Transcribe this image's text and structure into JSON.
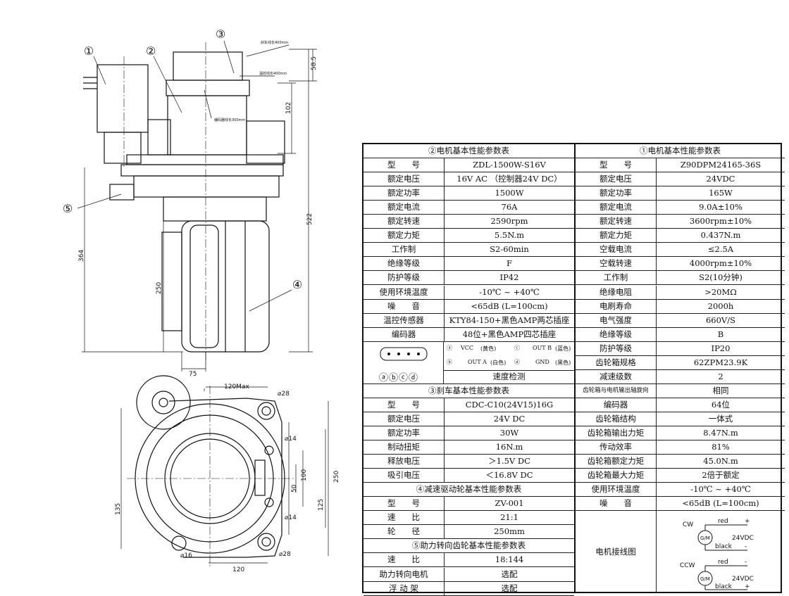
{
  "drawing": {
    "callouts": [
      "①",
      "②",
      "③",
      "④",
      "⑤"
    ],
    "cable_brake": "刹车线长400mm",
    "cable_temp": "温控线长400mm",
    "cable_encoder": "编码器线长300mm",
    "dims": {
      "d585": "58.5",
      "d102": "102",
      "d522": "522",
      "d364": "364",
      "d250": "250",
      "d75": "75",
      "d120max": "120Max",
      "dia28a": "⌀28",
      "dia14a": "⌀14",
      "dia14b": "⌀14",
      "dia16": "⌀16",
      "dia28b": "⌀28",
      "d100": "100",
      "d50": "50",
      "d250b": "250",
      "d135": "135",
      "d125": "125",
      "d120": "120"
    }
  },
  "tables": {
    "t2": {
      "title": "②电机基本性能参数表",
      "rows": [
        [
          "型　　号",
          "ZDL-1500W-S16V"
        ],
        [
          "额定电压",
          "16V AC （控制器24V DC）"
        ],
        [
          "额定功率",
          "1500W"
        ],
        [
          "额定电流",
          "76A"
        ],
        [
          "额定转速",
          "2590rpm"
        ],
        [
          "额定力矩",
          "5.5N.m"
        ],
        [
          "工作制",
          "S2-60min"
        ],
        [
          "绝缘等级",
          "F"
        ],
        [
          "防护等级",
          "IP42"
        ],
        [
          "使用环境温度",
          "-10℃ ~ +40℃"
        ],
        [
          "噪　　音",
          "<65dB  (L=100cm)"
        ],
        [
          "温控传感器",
          "KTY84-150+黑色AMP两芯插座"
        ],
        [
          "编码器",
          "48位+黑色AMP四芯插座"
        ]
      ],
      "encoder_pins": {
        "a": "ⓐ",
        "a_label": "VCC",
        "a_color": "(黄色)",
        "c": "ⓒ",
        "c_label": "OUT B",
        "c_color": "(蓝色)",
        "b": "ⓑ",
        "b_label": "OUT A",
        "b_color": "(白色)",
        "d": "ⓓ",
        "d_label": "GND",
        "d_color": "(黑色)",
        "connector_labels": "ⓐⓑⓒⓓ",
        "speed": "速度检测"
      }
    },
    "t3": {
      "title": "③刹车基本性能参数表",
      "rows": [
        [
          "型　　号",
          "CDC-C10(24V15)16G"
        ],
        [
          "额定电压",
          "24V DC"
        ],
        [
          "额定功率",
          "30W"
        ],
        [
          "制动扭矩",
          "16N.m"
        ],
        [
          "释放电压",
          "＞1.5V DC"
        ],
        [
          "吸引电压",
          "＜16.8V DC"
        ]
      ]
    },
    "t4": {
      "title": "④减速驱动轮基本性能参数表",
      "rows": [
        [
          "型　　号",
          "ZV-001"
        ],
        [
          "速　　比",
          "21:1"
        ],
        [
          "轮　　径",
          "250mm"
        ]
      ]
    },
    "t5": {
      "title": "⑤助力转向齿轮基本性能参数表",
      "rows": [
        [
          "速　　比",
          "18:144"
        ],
        [
          "助力转向电机",
          "选配"
        ],
        [
          "浮 动 架",
          "选配"
        ]
      ]
    },
    "t1": {
      "title": "①电机基本性能参数表",
      "rows": [
        [
          "型　　号",
          "Z90DPM24165-36S"
        ],
        [
          "额定电压",
          "24VDC"
        ],
        [
          "额定功率",
          "165W"
        ],
        [
          "额定电流",
          "9.0A±10%"
        ],
        [
          "额定转速",
          "3600rpm±10%"
        ],
        [
          "额定力矩",
          "0.437N.m"
        ],
        [
          "空载电流",
          "≤2.5A"
        ],
        [
          "空载转速",
          "4000rpm±10%"
        ],
        [
          "工作制",
          "S2(10分钟)"
        ],
        [
          "绝缘电阻",
          ">20MΩ"
        ],
        [
          "电刷寿命",
          "2000h"
        ],
        [
          "电气强度",
          "660V/S"
        ],
        [
          "绝缘等级",
          "B"
        ],
        [
          "防护等级",
          "IP20"
        ],
        [
          "齿轮箱规格",
          "62ZPM23.9K"
        ],
        [
          "减速级数",
          "2"
        ],
        [
          "齿轮箱与电机输出轴旋向",
          "相同"
        ],
        [
          "编码器",
          "64位"
        ],
        [
          "齿轮箱结构",
          "一体式"
        ],
        [
          "齿轮箱输出力矩",
          "8.47N.m"
        ],
        [
          "传动效率",
          "81%"
        ],
        [
          "齿轮箱额定力矩",
          "45.0N.m"
        ],
        [
          "齿轮箱最大力矩",
          "2倍于额定"
        ],
        [
          "使用环境温度",
          "-10℃ ~ +40℃"
        ],
        [
          "噪　　音",
          "<65dB  (L=100cm)"
        ]
      ],
      "wiring": {
        "label": "电机接线图",
        "cw": "CW",
        "ccw": "CCW",
        "red": "red",
        "black": "black",
        "plus": "+",
        "minus": "-",
        "v": "24VDC",
        "gm": "G/M"
      }
    }
  }
}
